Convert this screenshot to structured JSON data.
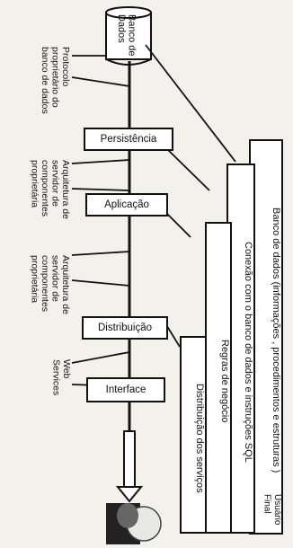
{
  "layers": {
    "database": "Banco de\nDados",
    "persistence": "Persistência",
    "application": "Aplicação",
    "distribution": "Distribuição",
    "interface": "Interface"
  },
  "left_labels": {
    "protocol": "Protocolo\nproprietário do\nbanco de dados",
    "arch1": "Arquitetura de\nservidor de\ncomponentes\nproprietária",
    "arch2": "Arquitetura de\nservidor de\ncomponentes\nproprietária",
    "web": "Web\nServices"
  },
  "bars": {
    "b1": "Banco de dados  (informações , procedimentos e estruturas )",
    "b2": "Conexão com o banco de dados e instruções SQL",
    "b3": "Regras de negócio",
    "b4": "Distribuição dos serviços"
  },
  "user": "Usuário\nFinal"
}
